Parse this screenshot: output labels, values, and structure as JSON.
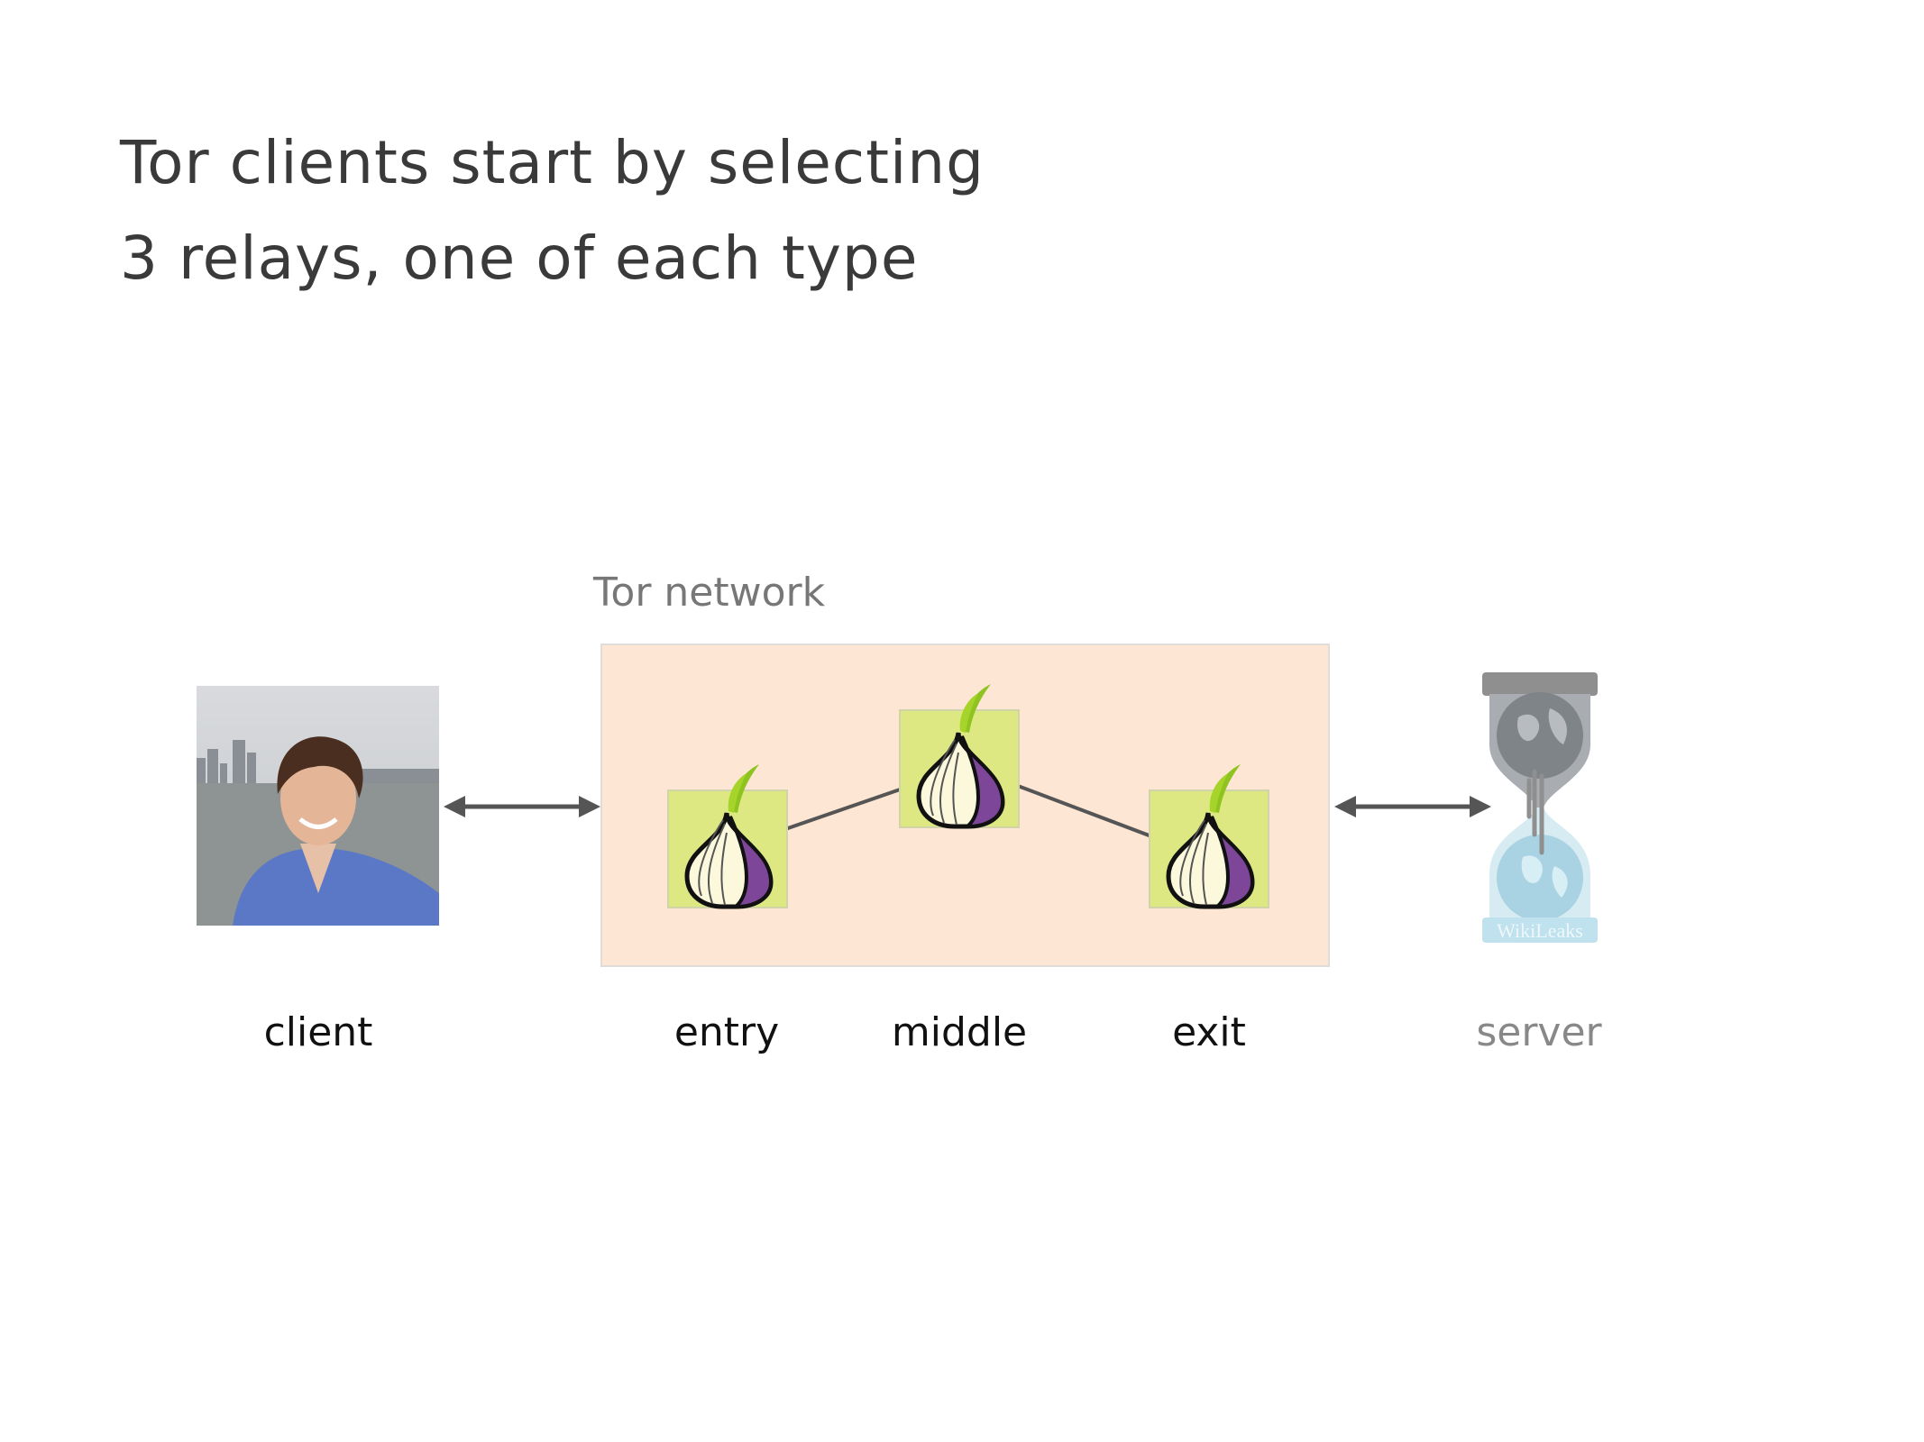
{
  "title": {
    "line1": "Tor clients start by selecting",
    "line2": "3 relays, one of each type"
  },
  "network": {
    "label": "Tor network",
    "fill": "#fde6d3"
  },
  "nodes": {
    "client": "client",
    "entry": "entry",
    "middle": "middle",
    "exit": "exit",
    "server": "server"
  },
  "server_logo": {
    "text": "WikiLeaks"
  },
  "colors": {
    "relay_bg": "#dde882",
    "onion_purple": "#7d4698",
    "arrow": "#555555"
  }
}
